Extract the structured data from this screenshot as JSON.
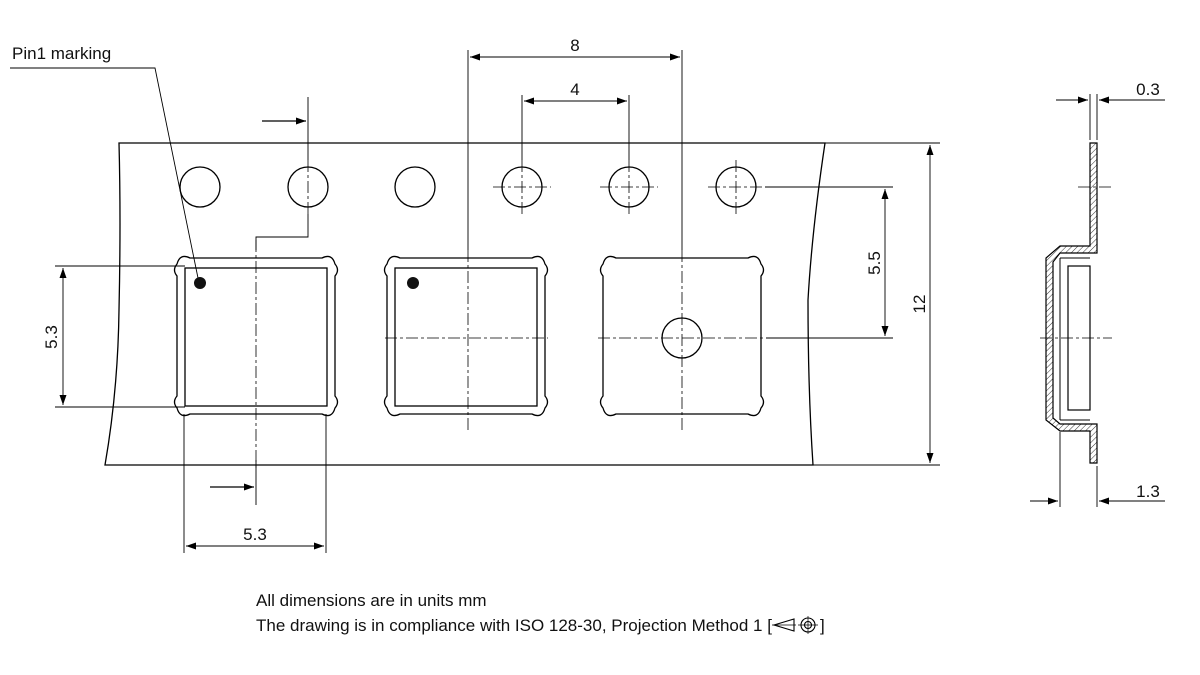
{
  "labels": {
    "pin1": "Pin1 marking",
    "pitch": "8",
    "sprocket_pitch": "4",
    "pocket_offset": "5.5",
    "tape_width": "12",
    "pocket_height": "5.3",
    "pocket_width": "5.3",
    "tape_thickness": "0.3",
    "pocket_depth": "1.3"
  },
  "notes": {
    "units": "All dimensions are in units mm",
    "compliance_prefix": "The drawing is in compliance with ISO 128-30, Projection Method 1 [",
    "compliance_suffix": "]"
  },
  "icons": {
    "projection": "first-angle-projection-icon"
  }
}
